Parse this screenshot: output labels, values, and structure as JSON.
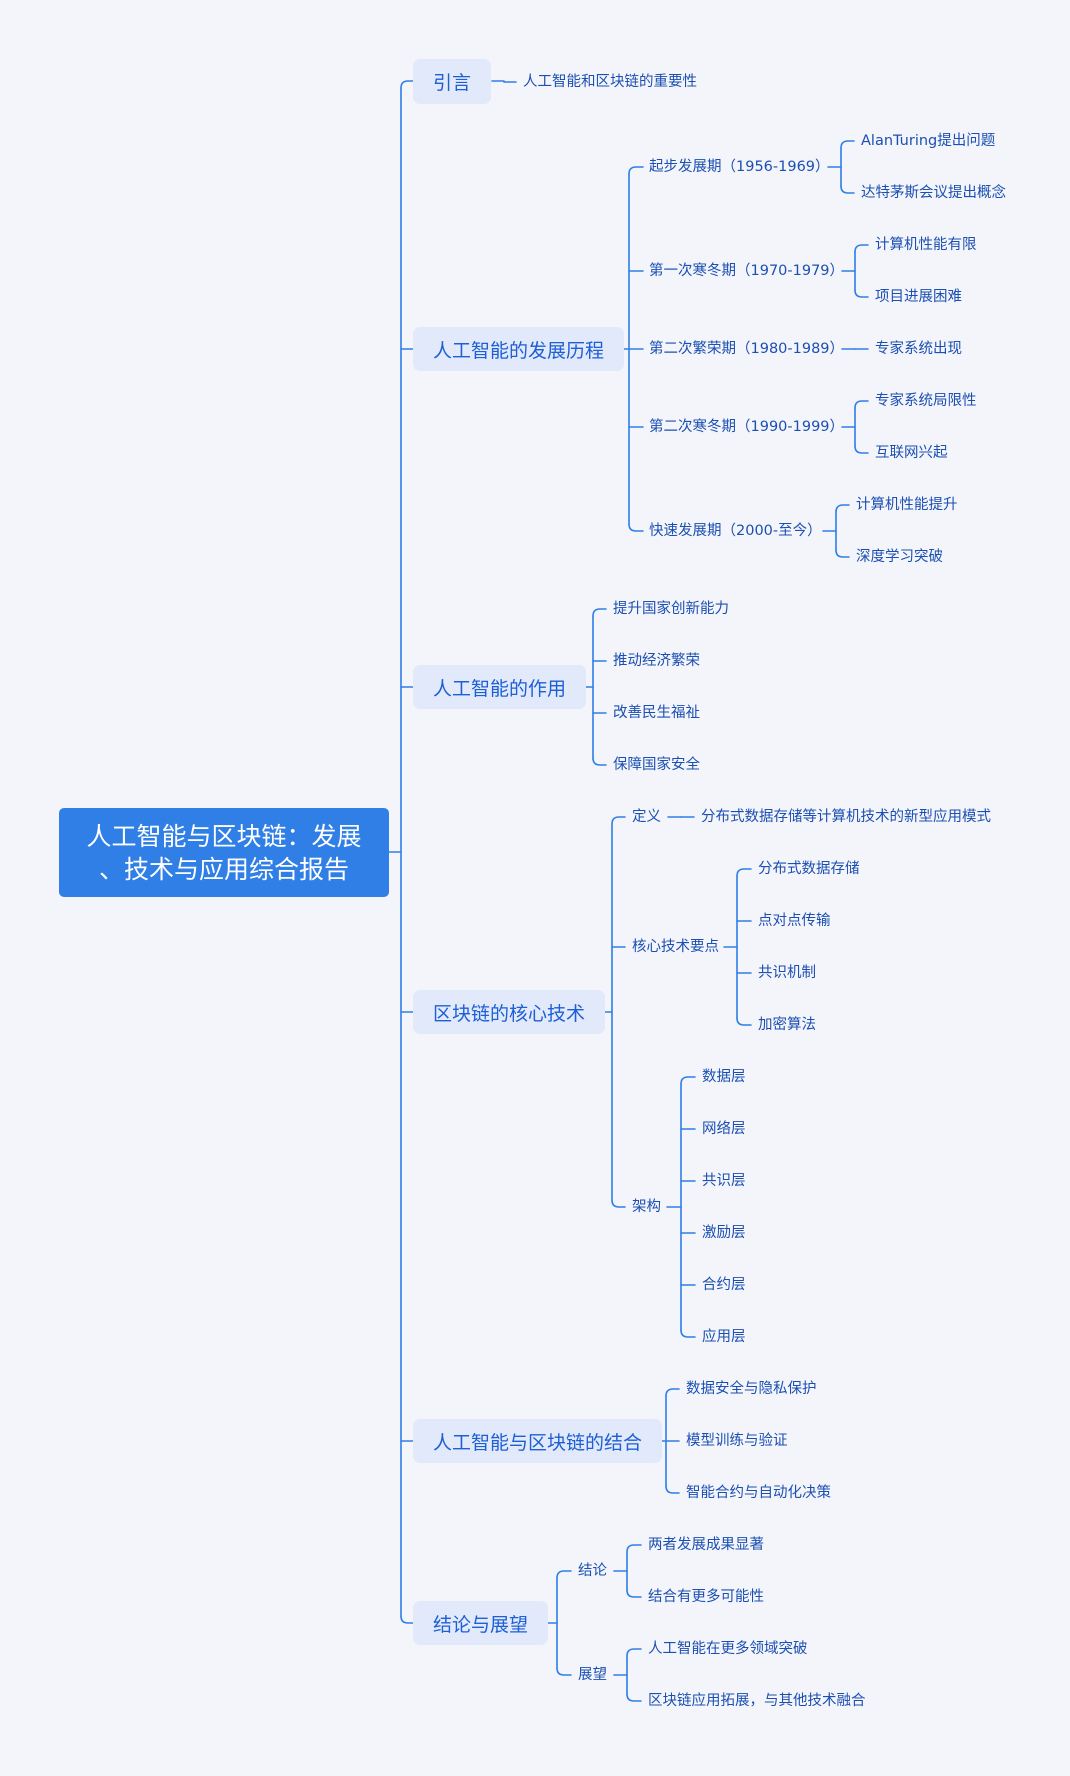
{
  "colors": {
    "background": "#f3f5fb",
    "root_fill": "#2f7fe6",
    "branch_fill": "#e1e9fb",
    "line": "#2f7fe6",
    "text": "#1c4fb2"
  },
  "root": {
    "line1": "人工智能与区块链：发展",
    "line2": "、技术与应用综合报告"
  },
  "sections": {
    "intro": {
      "label": "引言",
      "items": [
        "人工智能和区块链的重要性"
      ]
    },
    "history": {
      "label": "人工智能的发展历程",
      "periods": [
        {
          "label": "起步发展期（1956-1969）",
          "items": [
            "AlanTuring提出问题",
            "达特茅斯会议提出概念"
          ]
        },
        {
          "label": "第一次寒冬期（1970-1979）",
          "items": [
            "计算机性能有限",
            "项目进展困难"
          ]
        },
        {
          "label": "第二次繁荣期（1980-1989）",
          "items": [
            "专家系统出现"
          ]
        },
        {
          "label": "第二次寒冬期（1990-1999）",
          "items": [
            "专家系统局限性",
            "互联网兴起"
          ]
        },
        {
          "label": "快速发展期（2000-至今）",
          "items": [
            "计算机性能提升",
            "深度学习突破"
          ]
        }
      ]
    },
    "role": {
      "label": "人工智能的作用",
      "items": [
        "提升国家创新能力",
        "推动经济繁荣",
        "改善民生福祉",
        "保障国家安全"
      ]
    },
    "blockchain": {
      "label": "区块链的核心技术",
      "definition": {
        "label": "定义",
        "text": "分布式数据存储等计算机技术的新型应用模式"
      },
      "core": {
        "label": "核心技术要点",
        "items": [
          "分布式数据存储",
          "点对点传输",
          "共识机制",
          "加密算法"
        ]
      },
      "arch": {
        "label": "架构",
        "items": [
          "数据层",
          "网络层",
          "共识层",
          "激励层",
          "合约层",
          "应用层"
        ]
      }
    },
    "combo": {
      "label": "人工智能与区块链的结合",
      "items": [
        "数据安全与隐私保护",
        "模型训练与验证",
        "智能合约与自动化决策"
      ]
    },
    "outlook": {
      "label": "结论与展望",
      "conclusion": {
        "label": "结论",
        "items": [
          "两者发展成果显著",
          "结合有更多可能性"
        ]
      },
      "prospect": {
        "label": "展望",
        "items": [
          "人工智能在更多领域突破",
          "区块链应用拓展，与其他技术融合"
        ]
      }
    }
  }
}
